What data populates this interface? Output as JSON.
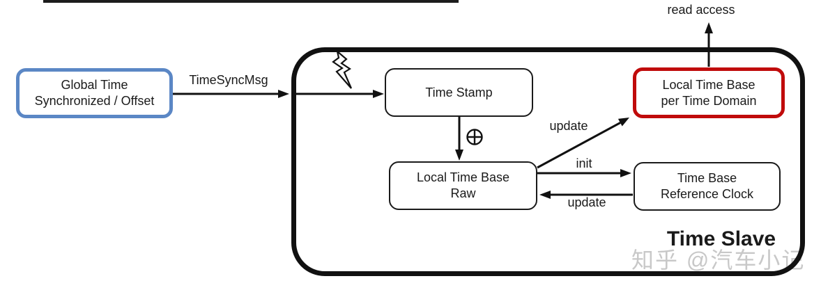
{
  "nodes": {
    "global_time": {
      "line1": "Global Time",
      "line2": "Synchronized / Offset"
    },
    "time_stamp": {
      "line1": "Time Stamp",
      "line2": ""
    },
    "local_time_base_raw": {
      "line1": "Local Time Base",
      "line2": "Raw"
    },
    "local_time_base_per_domain": {
      "line1": "Local Time Base",
      "line2": "per Time Domain"
    },
    "time_base_reference_clock": {
      "line1": "Time Base",
      "line2": "Reference Clock"
    }
  },
  "labels": {
    "read_access": "read access",
    "time_sync_msg": "TimeSyncMsg",
    "update_top": "update",
    "init": "init",
    "update_bottom": "update",
    "container_title": "Time Slave"
  },
  "icons": {
    "circled_plus": "⊕",
    "lightning": "lightning-bolt"
  },
  "watermark": {
    "text": "知乎 @汽车小记"
  },
  "colors": {
    "line_black": "#111111",
    "blue_accent": "#5b87c5",
    "red_accent": "#c00b0b",
    "watermark_gray": "#c8c8c8"
  }
}
